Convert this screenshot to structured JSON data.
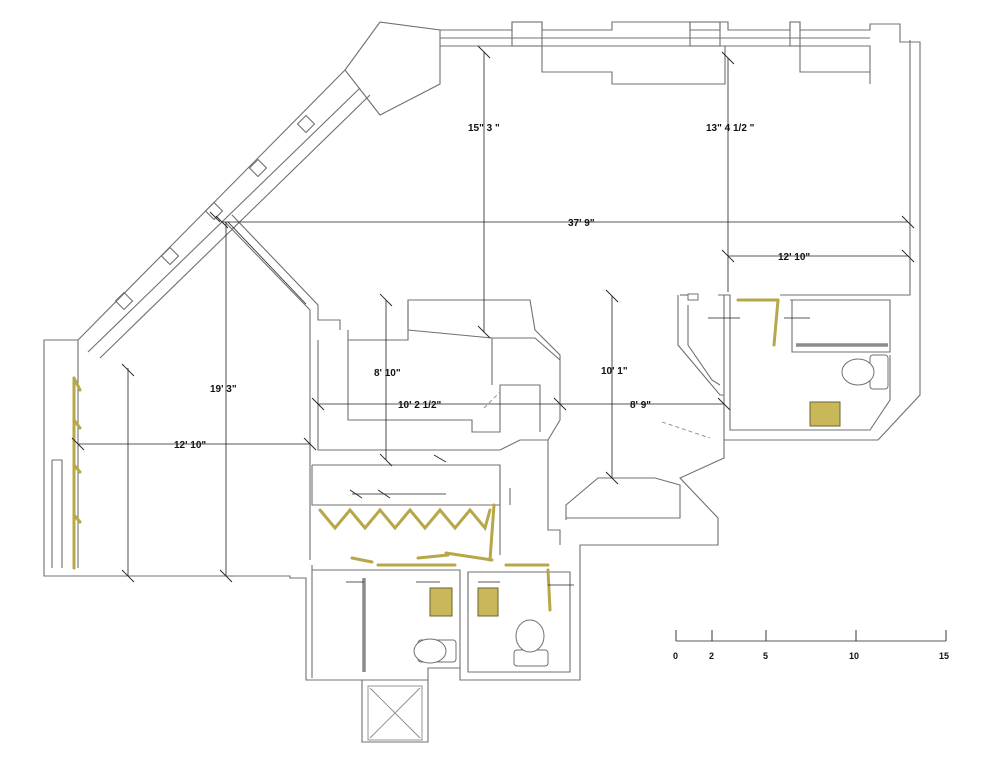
{
  "dimensions": {
    "bedroom_depth": "15\" 3 \"",
    "living_depth": "13\" 4 1/2 \"",
    "overall_width": "37' 9\"",
    "living_width": "12' 10\"",
    "kitchen_depth": "8' 10\"",
    "kitchen_width": "10' 2 1/2\"",
    "hall_depth": "10' 1\"",
    "hall_width": "8' 9\"",
    "left_room_length": "19' 3\"",
    "left_room_width": "12' 10\""
  },
  "scale_bar": {
    "labels": [
      "0",
      "2",
      "5",
      "10",
      "15"
    ]
  },
  "colors": {
    "wall": "#707070",
    "dimension": "#222222",
    "door_accent": "#b7a749",
    "fixture_accent": "#c9b85a"
  }
}
